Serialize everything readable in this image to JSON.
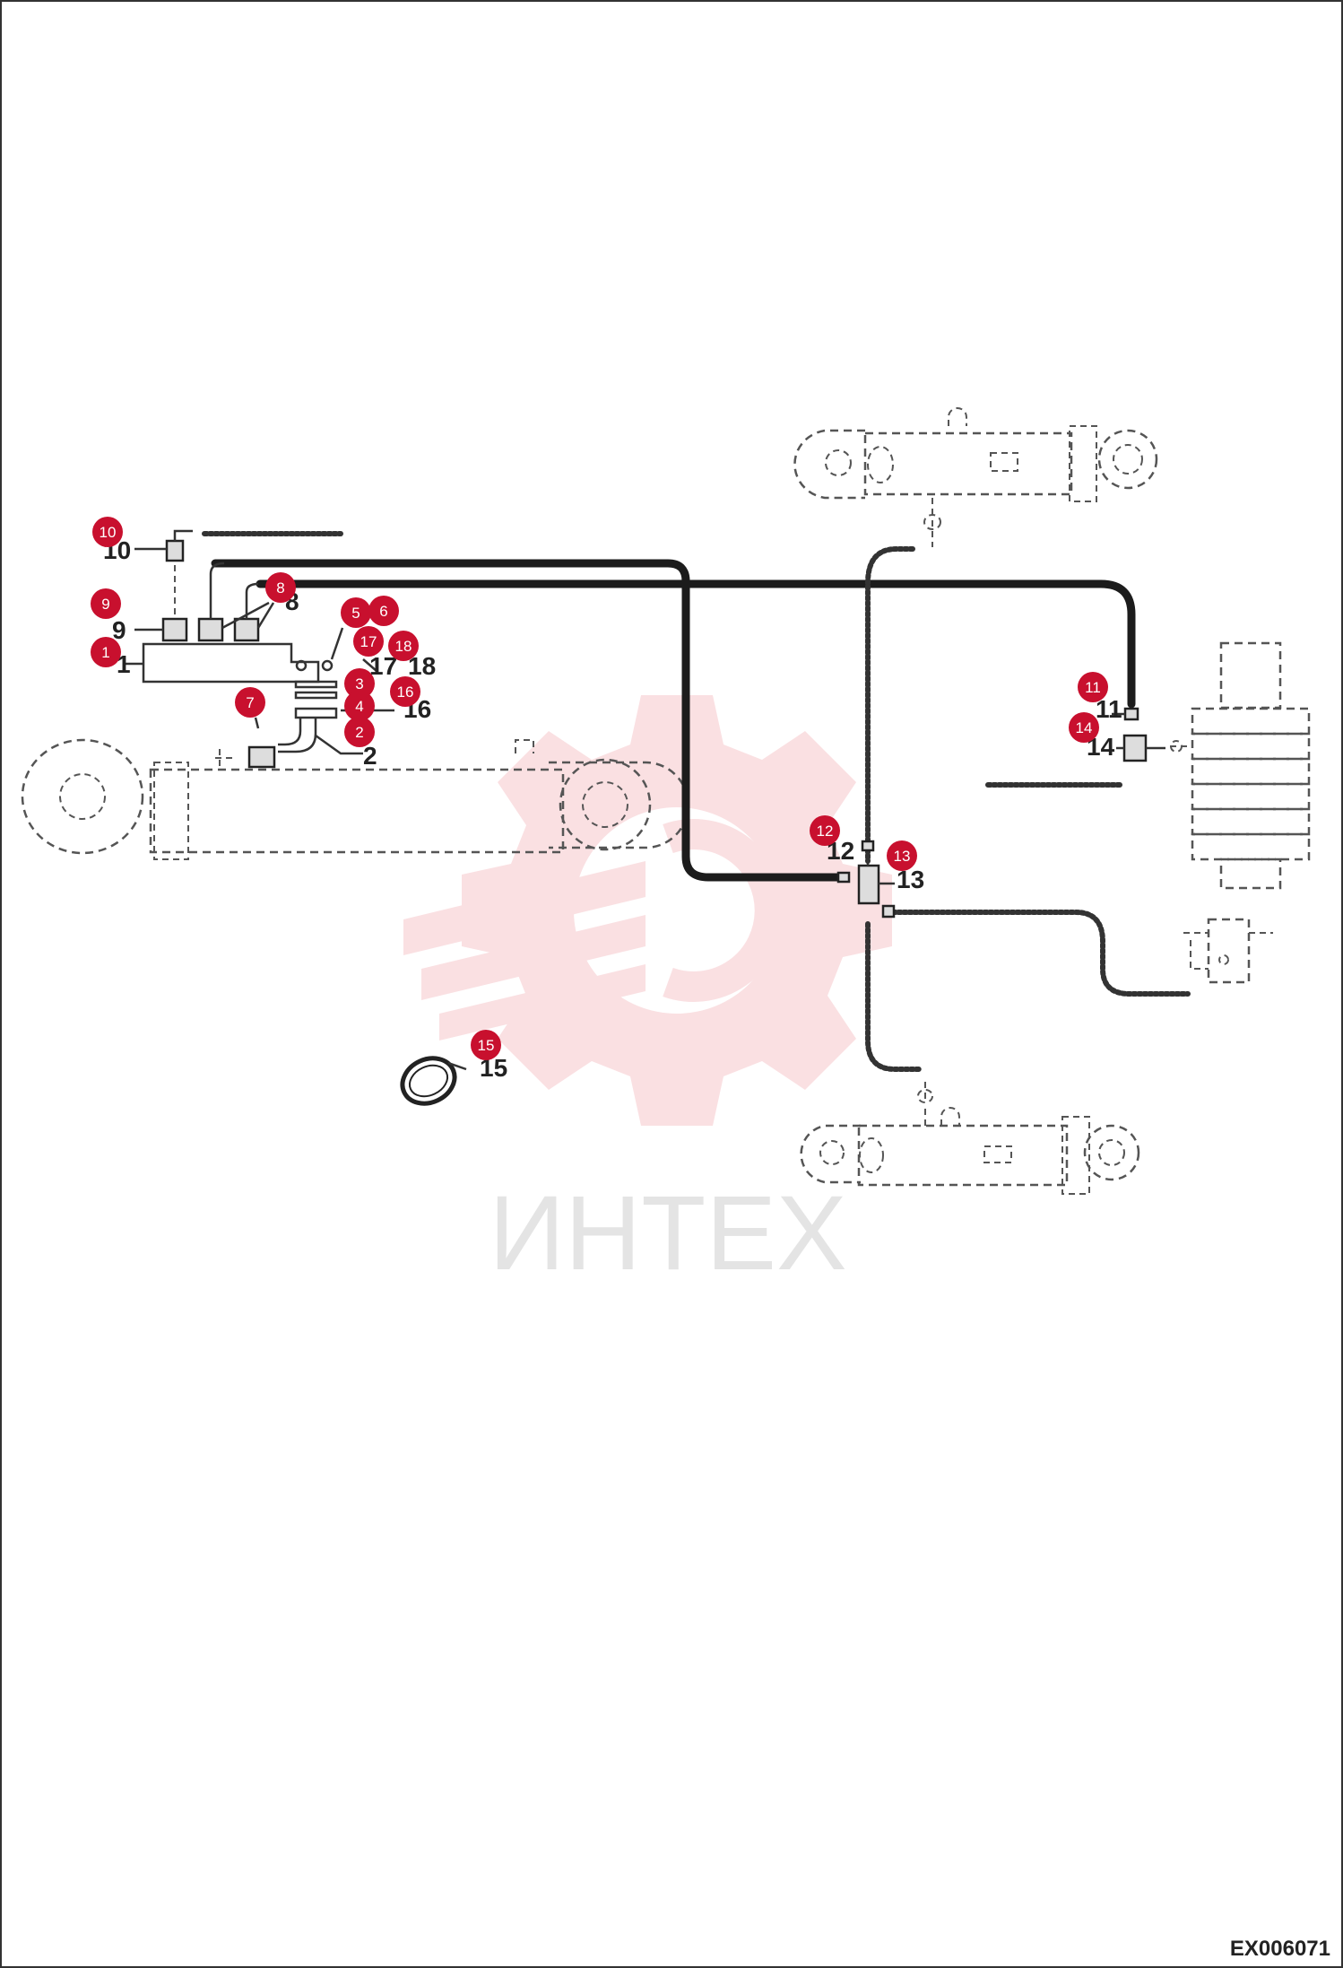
{
  "watermark": {
    "text": "ИНТЕХ",
    "color": "#f2c4c8"
  },
  "diagram_code": "EX006071",
  "callout_color": "#c8102e",
  "callouts": [
    {
      "id": "c10",
      "number": "10",
      "label": "10"
    },
    {
      "id": "c9",
      "number": "9",
      "label": "9"
    },
    {
      "id": "c1",
      "number": "1",
      "label": "1"
    },
    {
      "id": "c8",
      "number": "8",
      "label": "8"
    },
    {
      "id": "c5",
      "number": "5",
      "label": "5"
    },
    {
      "id": "c6",
      "number": "6",
      "label": "6"
    },
    {
      "id": "c17",
      "number": "17",
      "label": "17"
    },
    {
      "id": "c18",
      "number": "18",
      "label": "18"
    },
    {
      "id": "c3",
      "number": "3",
      "label": "3"
    },
    {
      "id": "c7",
      "number": "7",
      "label": "7"
    },
    {
      "id": "c4",
      "number": "4",
      "label": "4"
    },
    {
      "id": "c16",
      "number": "16",
      "label": "16"
    },
    {
      "id": "c2",
      "number": "2",
      "label": "2"
    },
    {
      "id": "c11",
      "number": "11",
      "label": "11"
    },
    {
      "id": "c14",
      "number": "14",
      "label": "14"
    },
    {
      "id": "c12",
      "number": "12",
      "label": "12"
    },
    {
      "id": "c13",
      "number": "13",
      "label": "13"
    },
    {
      "id": "c15",
      "number": "15",
      "label": "15"
    }
  ]
}
